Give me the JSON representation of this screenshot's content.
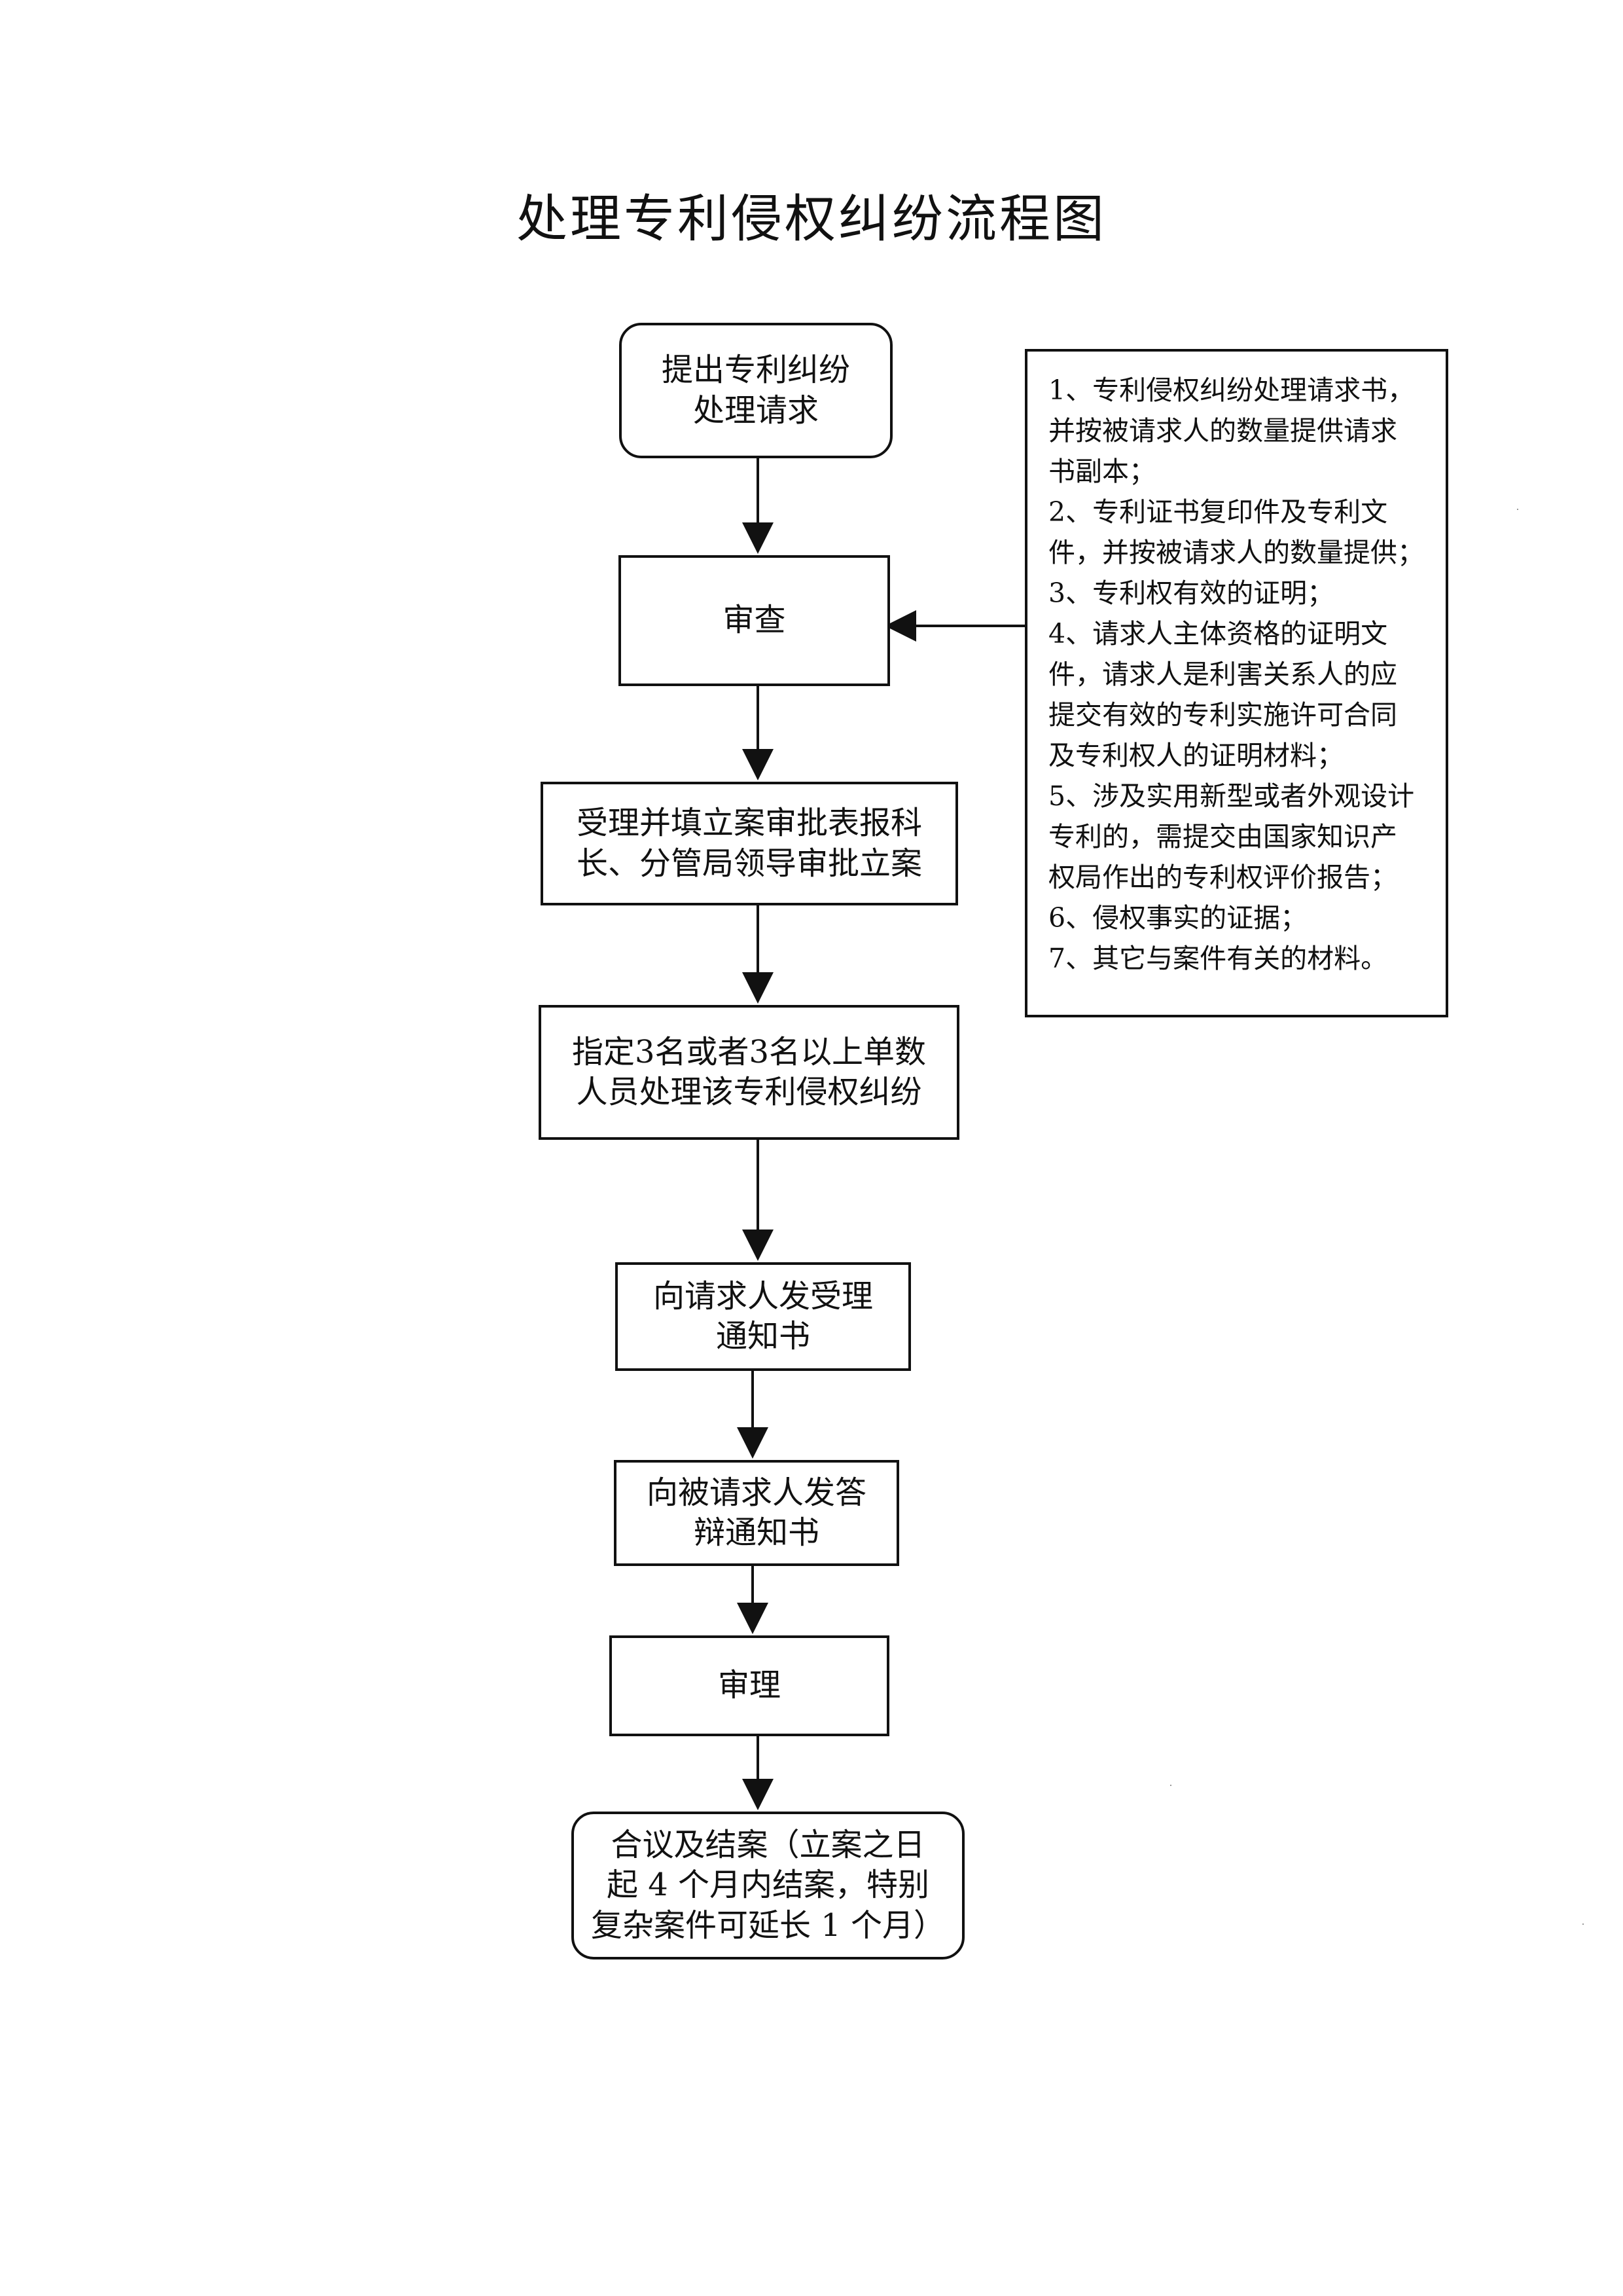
{
  "title": "处理专利侵权纠纷流程图",
  "flow": {
    "step_submit": "提出专利纠纷\n处理请求",
    "step_review": "审查",
    "step_accept": "受理并填立案审批表报科\n长、分管局领导审批立案",
    "step_assign": "指定3名或者3名以上单数\n人员处理该专利侵权纠纷",
    "step_notice_requester": "向请求人发受理\n通知书",
    "step_notice_respondent": "向被请求人发答\n辩通知书",
    "step_hearing": "审理",
    "step_close": "合议及结案（立案之日\n起 4 个月内结案，特别\n复杂案件可延长 1 个月）"
  },
  "requirements": [
    "1、专利侵权纠纷处理请求书，\n并按被请求人的数量提供请求\n书副本；",
    "2、专利证书复印件及专利文\n件，并按被请求人的数量提供；",
    "3、专利权有效的证明；",
    "4、请求人主体资格的证明文\n件，请求人是利害关系人的应\n提交有效的专利实施许可合同\n及专利权人的证明材料；",
    "5、涉及实用新型或者外观设计\n专利的，需提交由国家知识产\n权局作出的专利权评价报告；",
    "6、侵权事实的证据；",
    "7、其它与案件有关的材料。"
  ]
}
